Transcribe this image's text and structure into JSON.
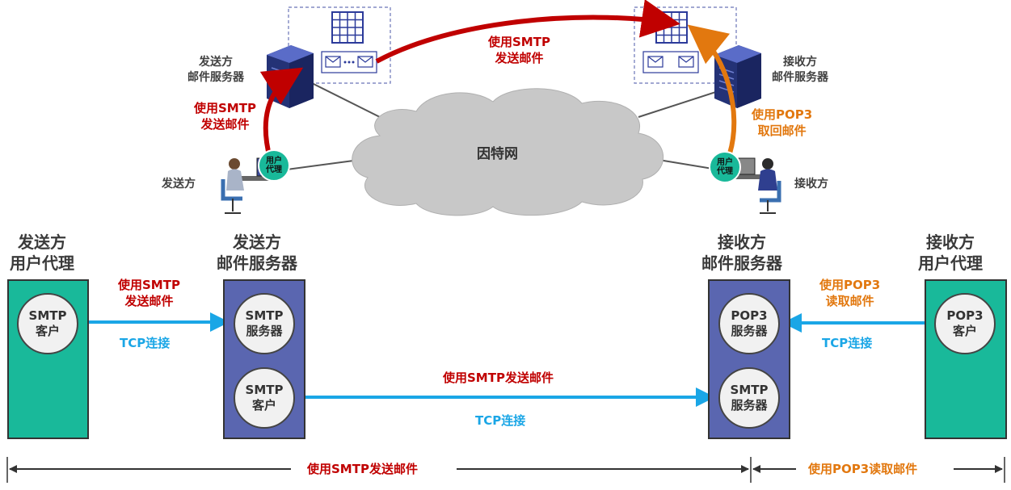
{
  "top": {
    "internet": "因特网",
    "sender_server": [
      "发送方",
      "邮件服务器"
    ],
    "receiver_server": [
      "接收方",
      "邮件服务器"
    ],
    "sender": "发送方",
    "receiver": "接收方",
    "user_agent": [
      "用户",
      "代理"
    ],
    "smtp_send_left": [
      "使用SMTP",
      "发送邮件"
    ],
    "smtp_send_top": [
      "使用SMTP",
      "发送邮件"
    ],
    "pop3_fetch": [
      "使用POP3",
      "取回邮件"
    ]
  },
  "bottom": {
    "headers": {
      "sender_ua": [
        "发送方",
        "用户代理"
      ],
      "sender_server": [
        "发送方",
        "邮件服务器"
      ],
      "receiver_server": [
        "接收方",
        "邮件服务器"
      ],
      "receiver_ua": [
        "接收方",
        "用户代理"
      ]
    },
    "circles": {
      "smtp_client_1": [
        "SMTP",
        "客户"
      ],
      "smtp_server_1": [
        "SMTP",
        "服务器"
      ],
      "smtp_client_2": [
        "SMTP",
        "客户"
      ],
      "pop3_server": [
        "POP3",
        "服务器"
      ],
      "smtp_server_2": [
        "SMTP",
        "服务器"
      ],
      "pop3_client": [
        "POP3",
        "客户"
      ]
    },
    "labels": {
      "smtp_send": [
        "使用SMTP",
        "发送邮件"
      ],
      "tcp_left": "TCP连接",
      "smtp_send_middle": "使用SMTP发送邮件",
      "tcp_middle": "TCP连接",
      "pop3_read": [
        "使用POP3",
        "读取邮件"
      ],
      "tcp_right": "TCP连接"
    },
    "footer": {
      "smtp": "使用SMTP发送邮件",
      "pop3": "使用POP3读取邮件"
    }
  },
  "colors": {
    "green": "#19b99a",
    "blue_box": "#5a66b0",
    "red": "#c00000",
    "orange": "#e2780f",
    "cyan": "#1aa6e6"
  }
}
